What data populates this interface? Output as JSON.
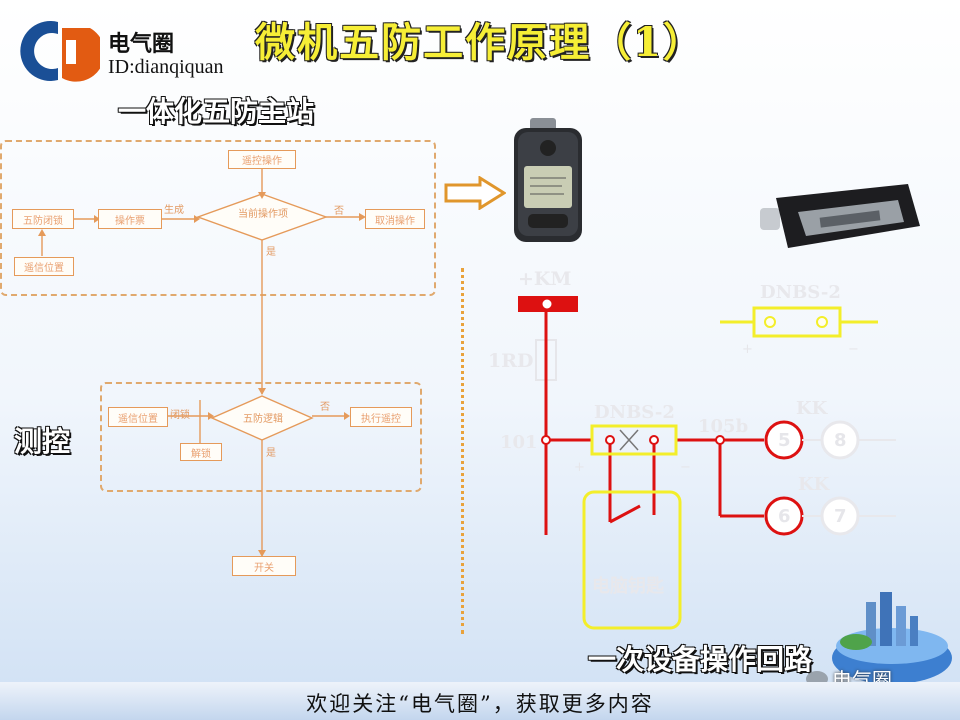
{
  "logo": {
    "name": "电气圈",
    "id": "ID:dianqiquan"
  },
  "title": "微机五防工作原理（1）",
  "section_main": "一体化五防主站",
  "section_measure": "测控",
  "section_circuit": "一次设备操作回路",
  "flowchart_top": {
    "remote_op": "遥控操作",
    "five_lock": "五防闭锁",
    "op_ticket": "操作票",
    "generate": "生成",
    "decision": "当前操作项",
    "no": "否",
    "yes": "是",
    "cancel_op": "取消操作",
    "remote_pos": "遥信位置"
  },
  "flowchart_bottom": {
    "remote_pos": "遥信位置",
    "lock_label": "闭锁",
    "check": "五防逻辑",
    "no": "否",
    "execute": "执行遥控",
    "manual": "解锁",
    "yes": "是",
    "end": "开关"
  },
  "circuit": {
    "km": "+KM",
    "rd": "1RD",
    "dnbs_top": "DNBS-2",
    "dnbs_mid": "DNBS-2",
    "node_101": "101",
    "node_105b": "105b",
    "kk_top": "KK",
    "kk_bottom": "KK",
    "c5": "5",
    "c8": "8",
    "c6": "6",
    "c7": "7",
    "plus": "+",
    "minus": "−",
    "key_box": "电脑钥匙"
  },
  "watermark": "电气圈",
  "footer": "欢迎关注“电气圈”，获取更多内容",
  "colors": {
    "title_yellow": "#f6ee36",
    "wire_red": "#dd1111",
    "key_yellow": "#f3ee2a",
    "flow_orange": "#e59a5a"
  }
}
